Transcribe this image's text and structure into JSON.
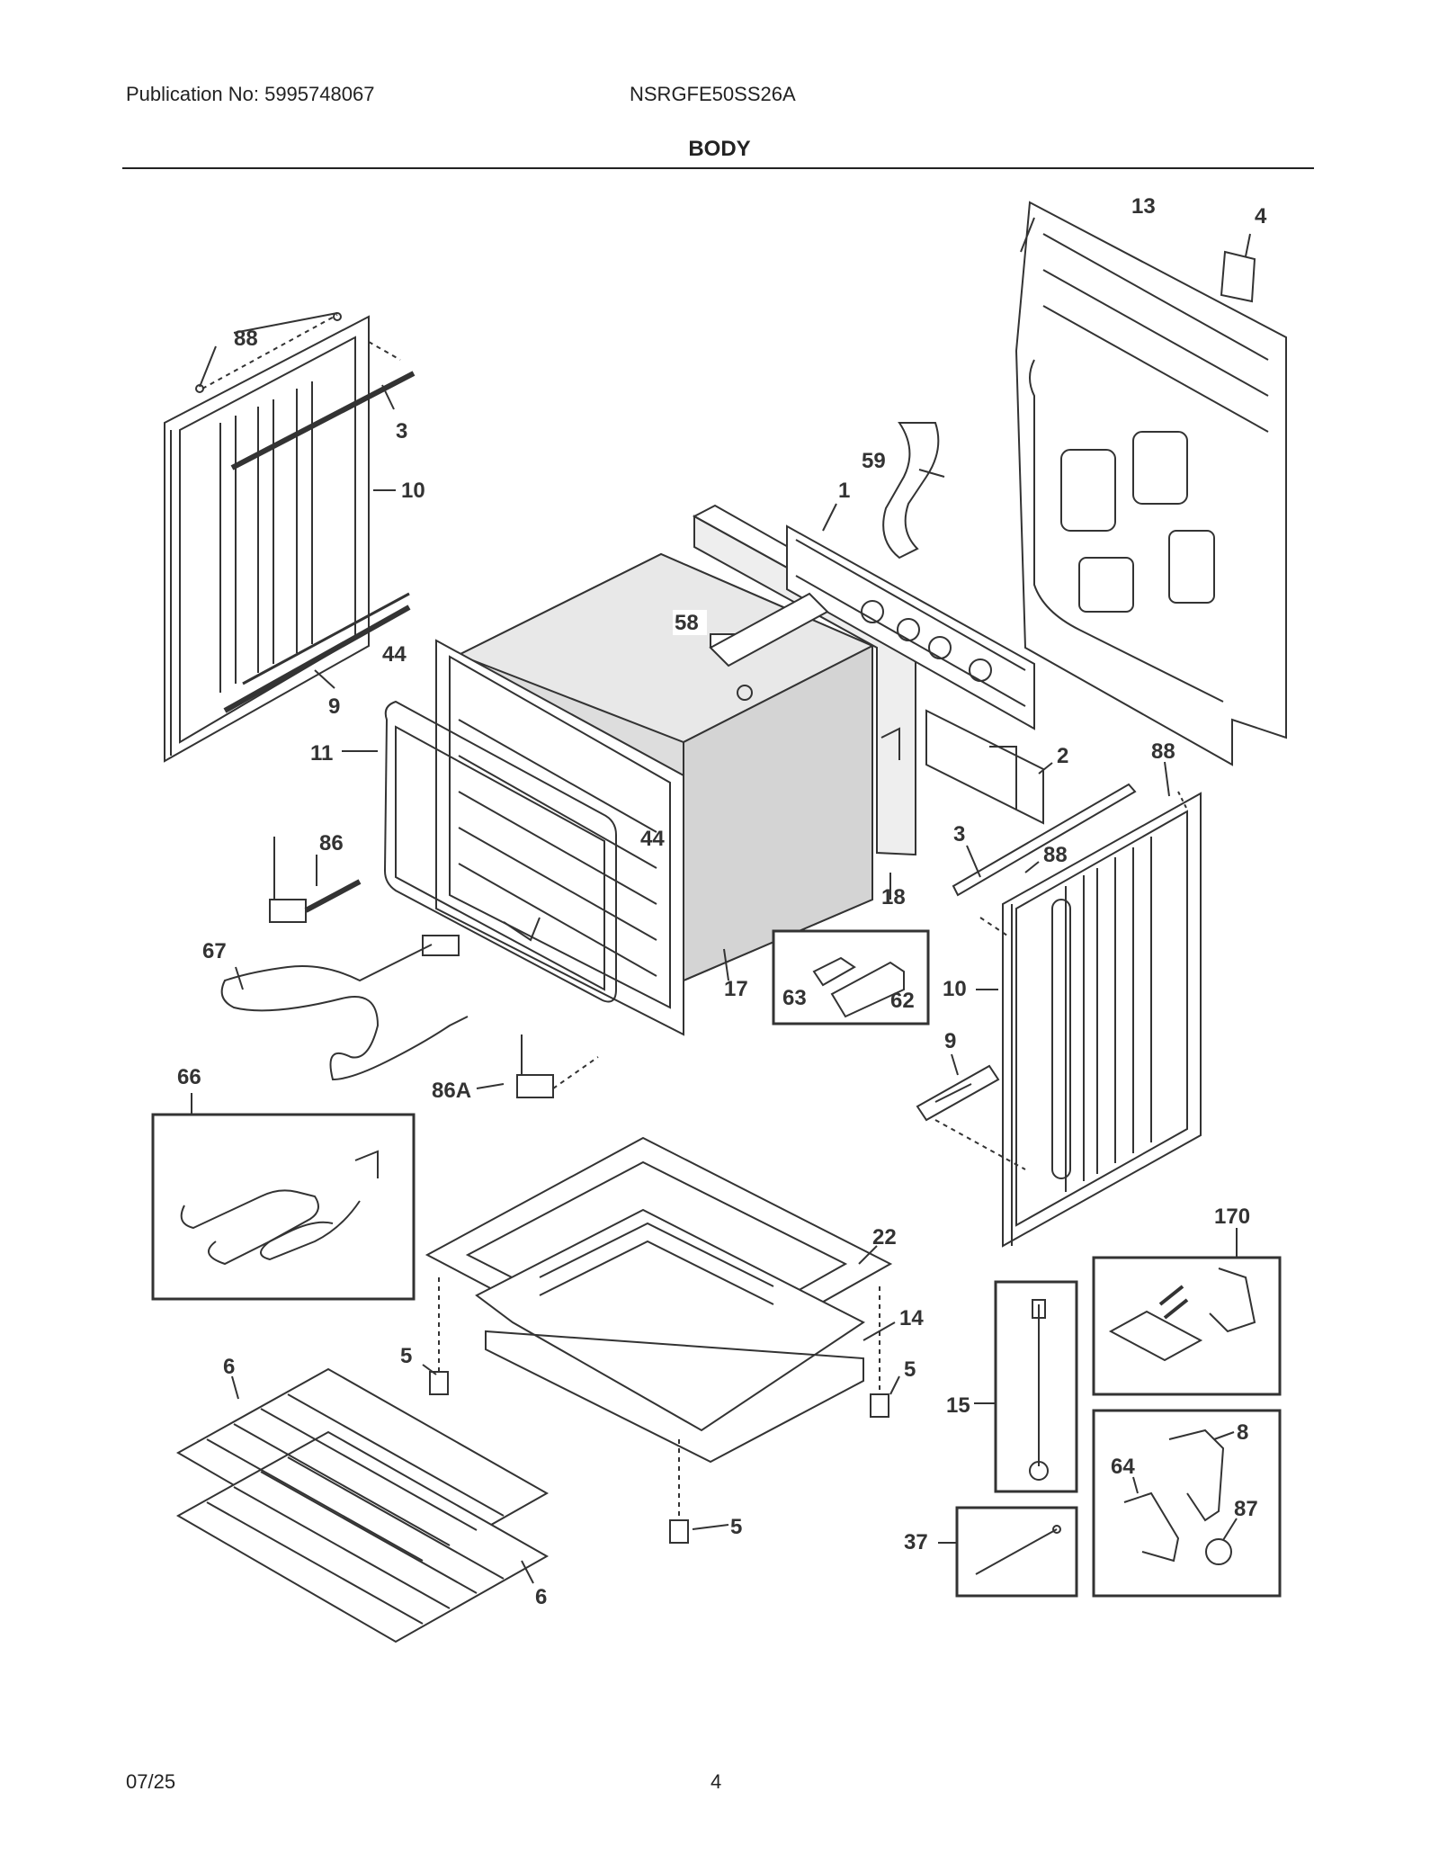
{
  "header": {
    "publication": "Publication No: 5995748067",
    "model": "NSRGFE50SS26A",
    "section_title": "BODY"
  },
  "callouts": {
    "c88a": "88",
    "c3a": "3",
    "c10a": "10",
    "c9a": "9",
    "c44a": "44",
    "c11": "11",
    "c86": "86",
    "c67": "67",
    "c86A": "86A",
    "c66": "66",
    "c59": "59",
    "c1": "1",
    "c58": "58",
    "c44b": "44",
    "c18": "18",
    "c17": "17",
    "c13": "13",
    "c4": "4",
    "c2": "2",
    "c88b": "88",
    "c3b": "3",
    "c88c": "88",
    "c10b": "10",
    "c63": "63",
    "c62": "62",
    "c9b": "9",
    "c22": "22",
    "c14": "14",
    "c5a": "5",
    "c5b": "5",
    "c5c": "5",
    "c6a": "6",
    "c6b": "6",
    "c170": "170",
    "c15": "15",
    "c8": "8",
    "c64": "64",
    "c87": "87",
    "c37": "37"
  },
  "footer": {
    "date": "07/25",
    "page": "4"
  }
}
